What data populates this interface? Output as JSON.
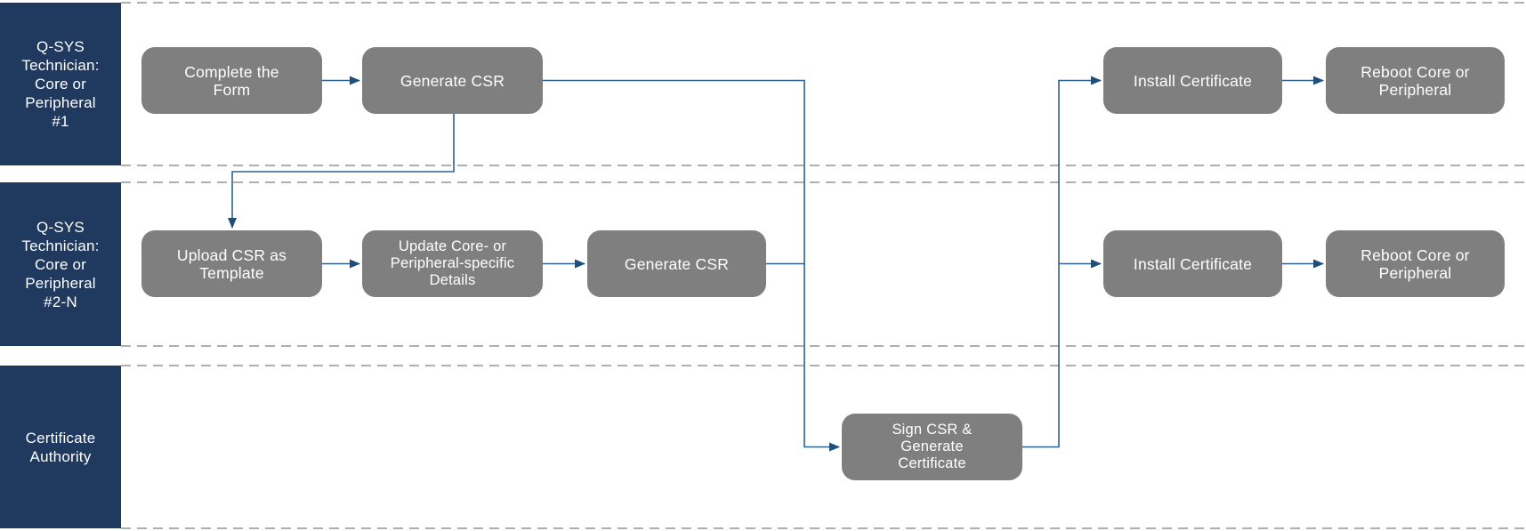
{
  "diagram_type": "swimlane-flowchart",
  "colors": {
    "background": "#ffffff",
    "lane_header_fill": "#20395f",
    "lane_header_text": "#ffffff",
    "lane_border_dash": "#7f7f7f",
    "node_fill": "#7f7f7f",
    "node_text": "#ffffff",
    "connector_line": "#30628f",
    "arrowhead": "#1f4e79"
  },
  "lanes": [
    {
      "label": "Q-SYS Technician: Core or Peripheral #1",
      "lines": [
        "Q-SYS",
        "Technician:",
        "Core or",
        "Peripheral",
        "#1"
      ]
    },
    {
      "label": "Q-SYS Technician: Core or Peripheral #2-N",
      "lines": [
        "Q-SYS",
        "Technician:",
        "Core or",
        "Peripheral",
        "#2-N"
      ]
    },
    {
      "label": "Certificate Authority",
      "lines": [
        "Certificate",
        "Authority"
      ]
    }
  ],
  "nodes": [
    {
      "id": "complete-the-form",
      "lane": "Q-SYS Technician: Core or Peripheral #1",
      "label": "Complete the Form",
      "lines": [
        "Complete the",
        "Form"
      ]
    },
    {
      "id": "generate-csr-1",
      "lane": "Q-SYS Technician: Core or Peripheral #1",
      "label": "Generate CSR",
      "lines": [
        "Generate CSR"
      ]
    },
    {
      "id": "install-certificate-1",
      "lane": "Q-SYS Technician: Core or Peripheral #1",
      "label": "Install Certificate",
      "lines": [
        "Install Certificate"
      ]
    },
    {
      "id": "reboot-core-or-peripheral-1",
      "lane": "Q-SYS Technician: Core or Peripheral #1",
      "label": "Reboot Core or Peripheral",
      "lines": [
        "Reboot Core or",
        "Peripheral"
      ]
    },
    {
      "id": "upload-csr-as-template",
      "lane": "Q-SYS Technician: Core or Peripheral #2-N",
      "label": "Upload CSR as Template",
      "lines": [
        "Upload CSR as",
        "Template"
      ]
    },
    {
      "id": "update-core-or-peripheral-specific-details",
      "lane": "Q-SYS Technician: Core or Peripheral #2-N",
      "label": "Update Core- or Peripheral-specific Details",
      "lines": [
        "Update Core- or",
        "Peripheral-specific",
        "Details"
      ]
    },
    {
      "id": "generate-csr-2",
      "lane": "Q-SYS Technician: Core or Peripheral #2-N",
      "label": "Generate CSR",
      "lines": [
        "Generate CSR"
      ]
    },
    {
      "id": "install-certificate-2",
      "lane": "Q-SYS Technician: Core or Peripheral #2-N",
      "label": "Install Certificate",
      "lines": [
        "Install Certificate"
      ]
    },
    {
      "id": "reboot-core-or-peripheral-2",
      "lane": "Q-SYS Technician: Core or Peripheral #2-N",
      "label": "Reboot Core or Peripheral",
      "lines": [
        "Reboot Core or",
        "Peripheral"
      ]
    },
    {
      "id": "sign-csr-generate-certificate",
      "lane": "Certificate Authority",
      "label": "Sign CSR & Generate Certificate",
      "lines": [
        "Sign CSR &",
        "Generate",
        "Certificate"
      ]
    }
  ],
  "edges": [
    {
      "from": "complete-the-form",
      "to": "generate-csr-1"
    },
    {
      "from": "generate-csr-1",
      "to": "upload-csr-as-template"
    },
    {
      "from": "generate-csr-1",
      "to": "sign-csr-generate-certificate"
    },
    {
      "from": "upload-csr-as-template",
      "to": "update-core-or-peripheral-specific-details"
    },
    {
      "from": "update-core-or-peripheral-specific-details",
      "to": "generate-csr-2"
    },
    {
      "from": "generate-csr-2",
      "to": "sign-csr-generate-certificate"
    },
    {
      "from": "sign-csr-generate-certificate",
      "to": "install-certificate-1"
    },
    {
      "from": "sign-csr-generate-certificate",
      "to": "install-certificate-2"
    },
    {
      "from": "install-certificate-1",
      "to": "reboot-core-or-peripheral-1"
    },
    {
      "from": "install-certificate-2",
      "to": "reboot-core-or-peripheral-2"
    }
  ]
}
